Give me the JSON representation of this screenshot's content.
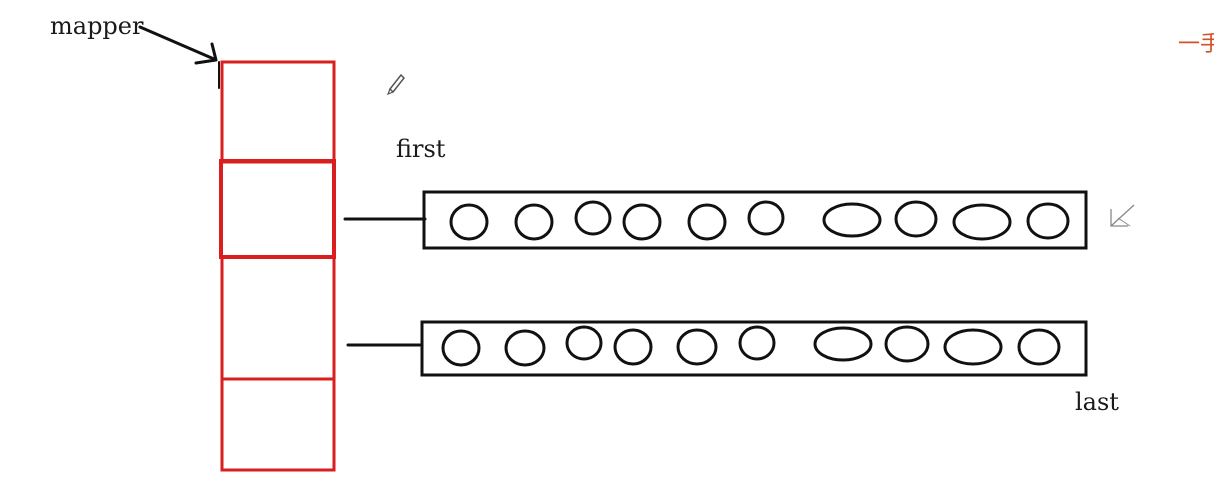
{
  "labels": {
    "mapper": "mapper",
    "first": "first",
    "last": "last",
    "corner_mark": "一手"
  },
  "mapper_array": {
    "slots": 4
  },
  "buffers": [
    {
      "name": "first",
      "element_count": 10
    },
    {
      "name": "last",
      "element_count": 10
    }
  ],
  "colors": {
    "mapper": "#d81e1e",
    "ink": "#111111",
    "corner_mark": "#d2502a",
    "pencil": "#555555"
  },
  "icons": [
    "pencil-icon",
    "cursor-icon"
  ]
}
